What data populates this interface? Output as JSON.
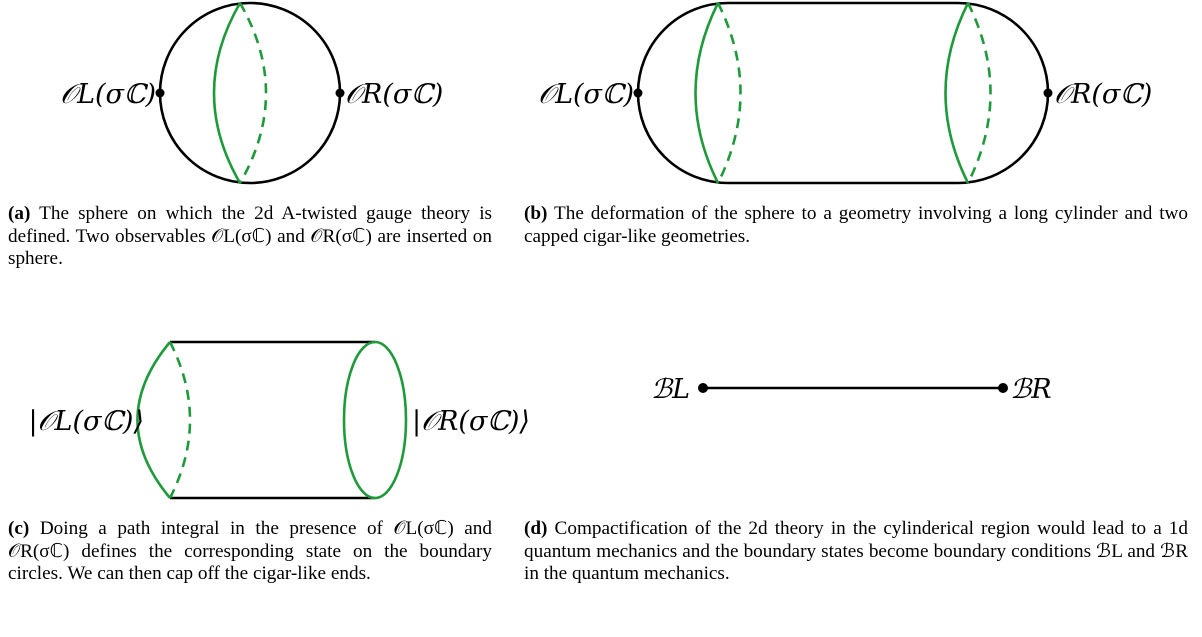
{
  "panels": {
    "a": {
      "label_left": "𝒪L(σℂ)",
      "label_right": "𝒪R(σℂ)",
      "caption_label": "(a)",
      "caption_text": "The sphere on which the 2d A-twisted gauge theory is defined. Two observables 𝒪L(σℂ) and 𝒪R(σℂ) are inserted on sphere."
    },
    "b": {
      "label_left": "𝒪L(σℂ)",
      "label_right": "𝒪R(σℂ)",
      "caption_label": "(b)",
      "caption_text": "The deformation of the sphere to a geometry involving a long cylinder and two capped cigar-like geometries."
    },
    "c": {
      "label_left": "|𝒪L(σℂ)⟩",
      "label_right": "|𝒪R(σℂ)⟩",
      "caption_label": "(c)",
      "caption_text": "Doing a path integral in the presence of 𝒪L(σℂ) and 𝒪R(σℂ) defines the corresponding state on the boundary circles. We can then cap off the cigar-like ends."
    },
    "d": {
      "label_left": "ℬL",
      "label_right": "ℬR",
      "caption_label": "(d)",
      "caption_text": "Compactification of the 2d theory in the cylinderical region would lead to a 1d quantum mechanics and the boundary states become boundary conditions ℬL and ℬR in the quantum mechanics."
    }
  },
  "colors": {
    "outline": "#000000",
    "circle": "#1f9a3a"
  }
}
